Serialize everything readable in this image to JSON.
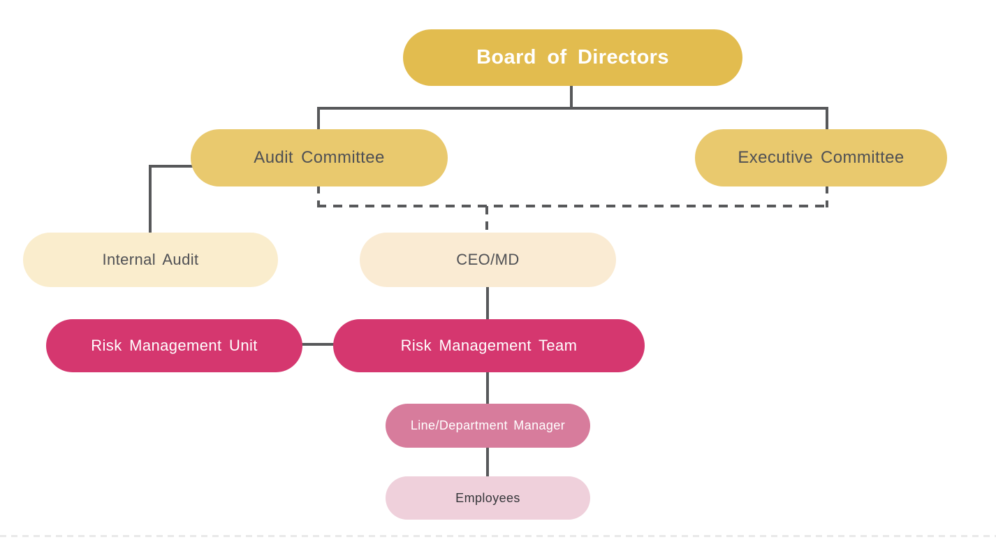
{
  "chart": {
    "type": "org-chart",
    "line_color": "#57585A",
    "nodes": {
      "board": {
        "label": "Board of Directors",
        "fill": "#E2BC4F",
        "text_color": "#FFFFFF"
      },
      "audit_committee": {
        "label": "Audit Committee",
        "fill": "#E9C96E",
        "text_color": "#4F5054"
      },
      "executive_committee": {
        "label": "Executive Committee",
        "fill": "#E9C96E",
        "text_color": "#4F5054"
      },
      "internal_audit": {
        "label": "Internal Audit",
        "fill": "#FAEDCD",
        "text_color": "#4F5054"
      },
      "ceo_md": {
        "label": "CEO/MD",
        "fill": "#FAEBD3",
        "text_color": "#4F5054"
      },
      "risk_management_unit": {
        "label": "Risk Management Unit",
        "fill": "#D5376F",
        "text_color": "#FFFFFF"
      },
      "risk_management_team": {
        "label": "Risk Management Team",
        "fill": "#D5376F",
        "text_color": "#FFFFFF"
      },
      "line_department_manager": {
        "label": "Line/Department Manager",
        "fill": "#D77C9C",
        "text_color": "#FFFFFF"
      },
      "employees": {
        "label": "Employees",
        "fill": "#EFD0DB",
        "text_color": "#35363A"
      }
    },
    "edges": [
      {
        "from": "board",
        "to": "audit_committee",
        "style": "solid"
      },
      {
        "from": "board",
        "to": "executive_committee",
        "style": "solid"
      },
      {
        "from": "audit_committee",
        "to": "internal_audit",
        "style": "solid"
      },
      {
        "from": "audit_committee",
        "to": "ceo_md",
        "style": "dashed"
      },
      {
        "from": "executive_committee",
        "to": "ceo_md",
        "style": "dashed"
      },
      {
        "from": "ceo_md",
        "to": "risk_management_team",
        "style": "solid"
      },
      {
        "from": "risk_management_unit",
        "to": "risk_management_team",
        "style": "solid"
      },
      {
        "from": "risk_management_team",
        "to": "line_department_manager",
        "style": "solid"
      },
      {
        "from": "line_department_manager",
        "to": "employees",
        "style": "solid"
      }
    ]
  }
}
